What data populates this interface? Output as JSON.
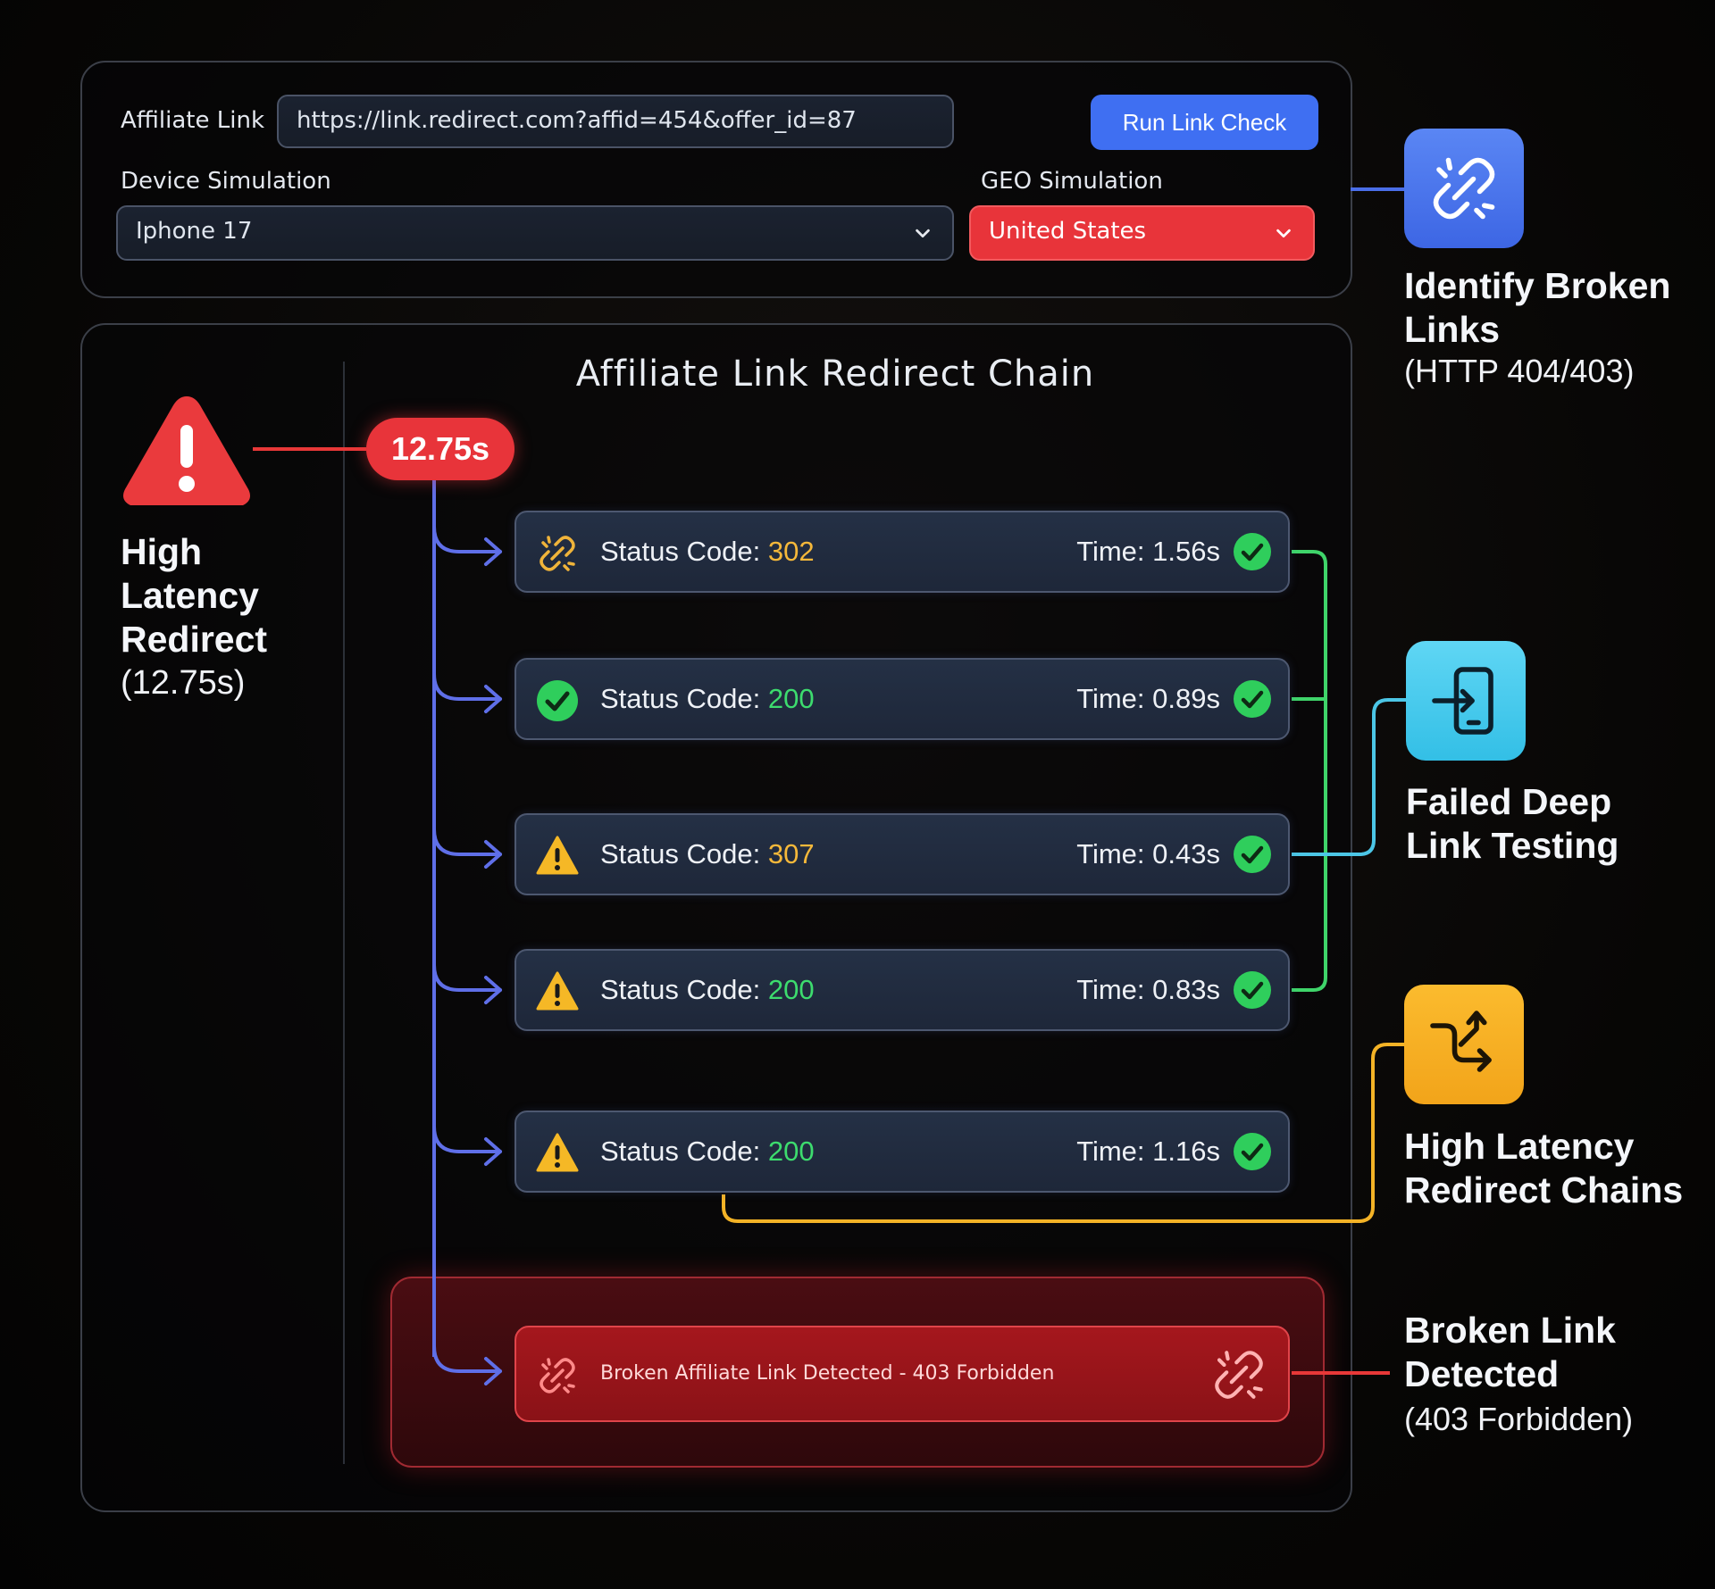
{
  "form": {
    "affiliate_label": "Affiliate Link",
    "affiliate_value": "https://link.redirect.com?affid=454&offer_id=87",
    "run_button": "Run Link Check",
    "device_label": "Device Simulation",
    "device_value": "Iphone 17",
    "geo_label": "GEO Simulation",
    "geo_value": "United States"
  },
  "chain": {
    "title": "Affiliate Link Redirect Chain",
    "total_time": "12.75s",
    "status_prefix": "Status Code: ",
    "steps": [
      {
        "icon": "broken-link-icon",
        "code": "302",
        "code_color": "#f5b83a",
        "time": "Time: 1.56s"
      },
      {
        "icon": "check-circle-icon",
        "code": "200",
        "code_color": "#3ddc6e",
        "time": "Time: 0.89s"
      },
      {
        "icon": "warning-icon",
        "code": "307",
        "code_color": "#f5b83a",
        "time": "Time: 0.43s"
      },
      {
        "icon": "warning-icon",
        "code": "200",
        "code_color": "#3ddc6e",
        "time": "Time: 0.83s"
      },
      {
        "icon": "warning-icon",
        "code": "200",
        "code_color": "#3ddc6e",
        "time": "Time: 1.16s"
      }
    ],
    "broken_message": "Broken Affiliate Link Detected - 403 Forbidden"
  },
  "left_callout": {
    "line1": "High",
    "line2": "Latency",
    "line3": "Redirect",
    "line4": "(12.75s)"
  },
  "right_callouts": {
    "broken": {
      "line1": "Identify Broken",
      "line2": "Links",
      "sub": "(HTTP 404/403)"
    },
    "deeplink": {
      "line1": "Failed Deep",
      "line2": "Link Testing"
    },
    "latency": {
      "line1": "High Latency",
      "line2": "Redirect Chains"
    },
    "detected": {
      "line1": "Broken Link",
      "line2": "Detected",
      "sub": "(403 Forbidden)"
    }
  },
  "colors": {
    "accent_blue": "#3f6ff2",
    "geo_red": "#e8343a",
    "connector_blue": "#5f6fe8",
    "connector_green": "#3fd46a",
    "connector_cyan": "#4cc6e6",
    "connector_orange": "#f4b326",
    "alert_red": "#e83838"
  }
}
